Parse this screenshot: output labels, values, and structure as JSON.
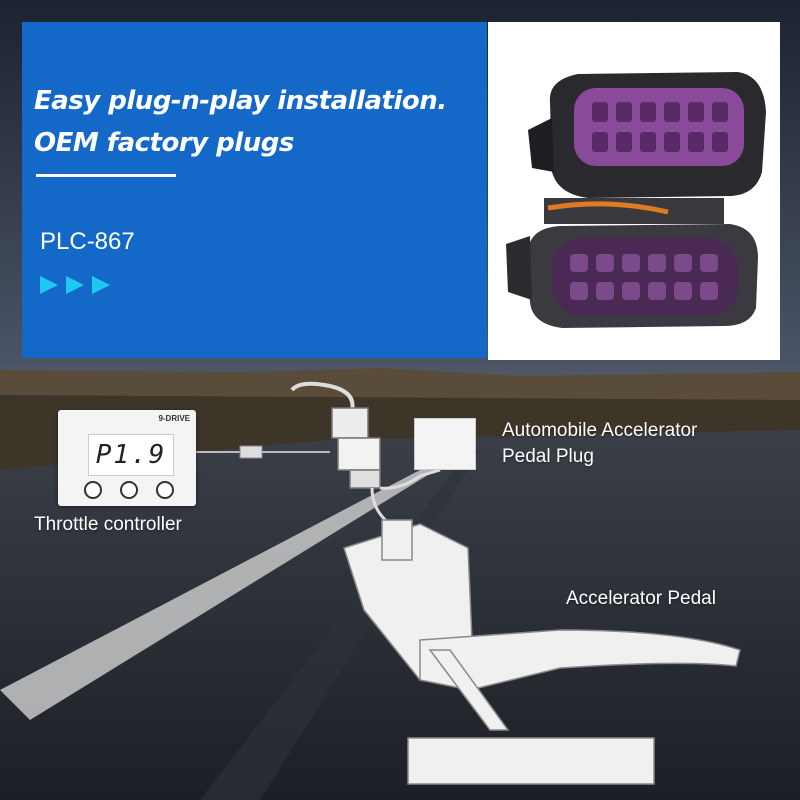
{
  "banner": {
    "headline_line1": "Easy plug-n-play installation.",
    "headline_line2": "OEM factory plugs",
    "model": "PLC-867",
    "arrows_icon": "triple-triangle-arrow-icon",
    "color_banner": "#1469c8",
    "color_arrows": "#1ec8f0"
  },
  "controller": {
    "brand": "9-DRIVE",
    "display": "P1.9",
    "label": "Throttle controller"
  },
  "plug": {
    "label_line1": "Automobile Accelerator",
    "label_line2": "Pedal Plug"
  },
  "pedal": {
    "label": "Accelerator Pedal"
  },
  "colors": {
    "connector_purple": "#8a4a9a",
    "connector_body": "#2a2a2e"
  }
}
